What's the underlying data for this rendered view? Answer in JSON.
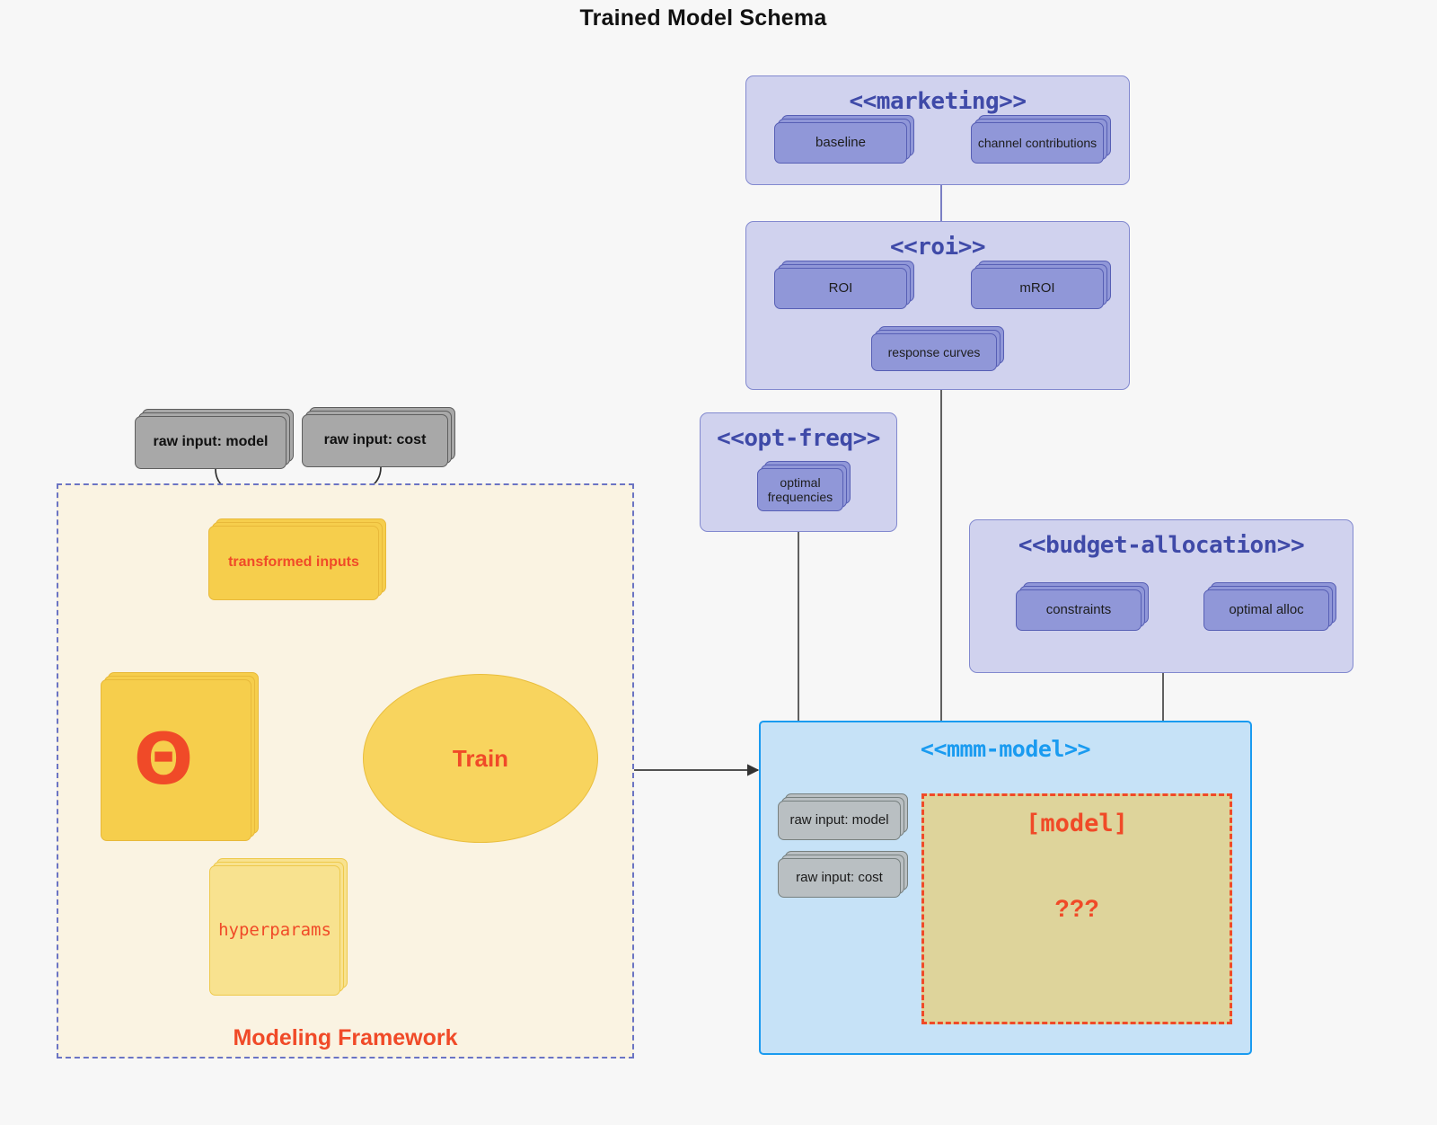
{
  "title": "Trained Model Schema",
  "packages": {
    "marketing": {
      "title": "<<marketing>>",
      "nodes": [
        {
          "label": "baseline"
        },
        {
          "label": "channel contributions"
        }
      ]
    },
    "roi": {
      "title": "<<roi>>",
      "nodes": [
        {
          "label": "ROI"
        },
        {
          "label": "mROI"
        },
        {
          "label": "response curves"
        }
      ]
    },
    "opt_freq": {
      "title": "<<opt-freq>>",
      "nodes": [
        {
          "label": "optimal frequencies"
        }
      ]
    },
    "budget_allocation": {
      "title": "<<budget-allocation>>",
      "nodes": [
        {
          "label": "constraints"
        },
        {
          "label": "optimal alloc"
        }
      ]
    },
    "mmm_model": {
      "title": "<<mmm-model>>",
      "inputs": [
        {
          "label": "raw input: model"
        },
        {
          "label": "raw input: cost"
        }
      ],
      "model_box": {
        "title": "[model]",
        "unknown": "???"
      }
    }
  },
  "framework": {
    "label": "Modeling Framework",
    "raw_inputs": [
      {
        "label": "raw input: model"
      },
      {
        "label": "raw input: cost"
      }
    ],
    "transformed_inputs": {
      "label": "transformed inputs"
    },
    "theta": {
      "label": "Θ"
    },
    "hyperparams": {
      "label": "hyperparams"
    },
    "train": {
      "label": "Train"
    }
  },
  "colors": {
    "background": "#f7f7f7",
    "package_fill": "#d0d2ee",
    "package_stroke": "#8289cf",
    "package_title": "#3f4aa8",
    "node_purple_fill": "#9097d8",
    "node_purple_stroke": "#575fb5",
    "mmm_fill": "#c6e2f7",
    "mmm_stroke": "#1a9bf0",
    "accent_red": "#f04a28",
    "framework_fill": "#faf3e2",
    "framework_stroke": "#6b74c4",
    "yellow_dark": "#f6ce4c",
    "yellow_light": "#f8e28f",
    "model_box_fill": "#ded49b",
    "grey_fill": "#a8a8a8"
  }
}
